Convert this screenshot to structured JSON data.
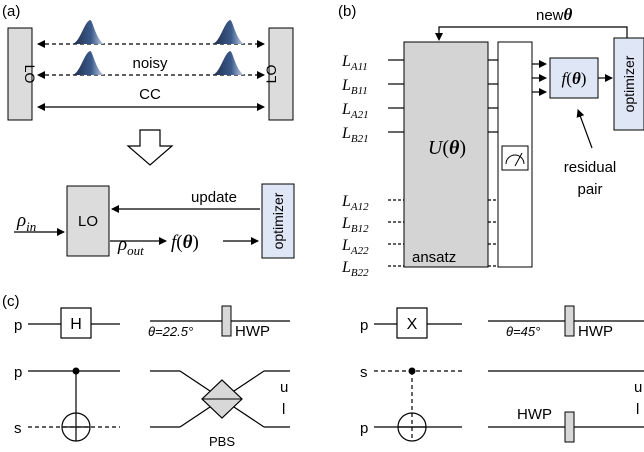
{
  "panel_a": {
    "label": "(a)",
    "lo_left": "LO",
    "lo_right": "LO",
    "noisy": "noisy",
    "cc": "CC",
    "lo_center": "LO",
    "update": "update",
    "rho_in": "ρ",
    "rho_in_sub": "in",
    "rho_out": "ρ",
    "rho_out_sub": "out",
    "f_theta": "f(θ)",
    "optimizer": "optimizer"
  },
  "panel_b": {
    "label": "(b)",
    "new_theta": "newθ",
    "inputs": [
      {
        "main": "L",
        "sub": "A11"
      },
      {
        "main": "L",
        "sub": "B11"
      },
      {
        "main": "L",
        "sub": "A21"
      },
      {
        "main": "L",
        "sub": "B21"
      },
      {
        "main": "L",
        "sub": "A12"
      },
      {
        "main": "L",
        "sub": "B12"
      },
      {
        "main": "L",
        "sub": "A22"
      },
      {
        "main": "L",
        "sub": "B22"
      }
    ],
    "unitary": "U(θ)",
    "ansatz": "ansatz",
    "f_theta": "f(θ)",
    "optimizer": "optimizer",
    "residual_1": "residual",
    "residual_2": "pair"
  },
  "panel_c": {
    "label": "(c)",
    "g1": {
      "wire": "p",
      "gate": "H",
      "theta": "θ=22.5°",
      "element": "HWP"
    },
    "g2": {
      "wire_top": "p",
      "wire_bottom": "s",
      "out_top": "u",
      "out_bottom": "l",
      "element": "PBS"
    },
    "g3": {
      "wire": "p",
      "gate": "X",
      "theta": "θ=45°",
      "element": "HWP"
    },
    "g4": {
      "wire_top": "s",
      "wire_bottom": "p",
      "out_top": "u",
      "out_bottom": "l",
      "element": "HWP"
    }
  },
  "colors": {
    "lo_fill": "#dcdcdc",
    "optimizer_fill": "#dfe6f5",
    "line": "#000000",
    "pulse_dark": "#1f2d4d"
  }
}
